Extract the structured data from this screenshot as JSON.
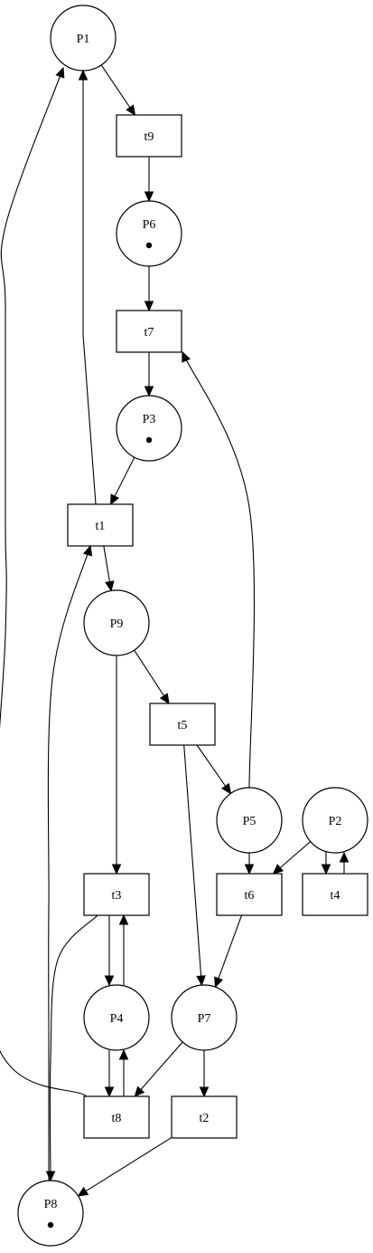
{
  "places": [
    {
      "id": "P1",
      "label": "P1",
      "tokens": 0
    },
    {
      "id": "P6",
      "label": "P6",
      "tokens": 1
    },
    {
      "id": "P3",
      "label": "P3",
      "tokens": 1
    },
    {
      "id": "P9",
      "label": "P9",
      "tokens": 0
    },
    {
      "id": "P5",
      "label": "P5",
      "tokens": 0
    },
    {
      "id": "P2",
      "label": "P2",
      "tokens": 0
    },
    {
      "id": "P4",
      "label": "P4",
      "tokens": 0
    },
    {
      "id": "P7",
      "label": "P7",
      "tokens": 0
    },
    {
      "id": "P8",
      "label": "P8",
      "tokens": 1
    }
  ],
  "transitions": [
    {
      "id": "t9",
      "label": "t9"
    },
    {
      "id": "t7",
      "label": "t7"
    },
    {
      "id": "t1",
      "label": "t1"
    },
    {
      "id": "t5",
      "label": "t5"
    },
    {
      "id": "t3",
      "label": "t3"
    },
    {
      "id": "t6",
      "label": "t6"
    },
    {
      "id": "t4",
      "label": "t4"
    },
    {
      "id": "t8",
      "label": "t8"
    },
    {
      "id": "t2",
      "label": "t2"
    }
  ],
  "arcs": [
    {
      "from": "P1",
      "to": "t9"
    },
    {
      "from": "t9",
      "to": "P6"
    },
    {
      "from": "P6",
      "to": "t7"
    },
    {
      "from": "t7",
      "to": "P3"
    },
    {
      "from": "P3",
      "to": "t1"
    },
    {
      "from": "t1",
      "to": "P1"
    },
    {
      "from": "t1",
      "to": "P9"
    },
    {
      "from": "P9",
      "to": "t5"
    },
    {
      "from": "P9",
      "to": "t3"
    },
    {
      "from": "t5",
      "to": "P5"
    },
    {
      "from": "t5",
      "to": "P7"
    },
    {
      "from": "P5",
      "to": "t7"
    },
    {
      "from": "P5",
      "to": "t6"
    },
    {
      "from": "P2",
      "to": "t6"
    },
    {
      "from": "P2",
      "to": "t4"
    },
    {
      "from": "t4",
      "to": "P2"
    },
    {
      "from": "t3",
      "to": "P4"
    },
    {
      "from": "P4",
      "to": "t3"
    },
    {
      "from": "t3",
      "to": "P8"
    },
    {
      "from": "t6",
      "to": "P7"
    },
    {
      "from": "P4",
      "to": "t8"
    },
    {
      "from": "t8",
      "to": "P4"
    },
    {
      "from": "P7",
      "to": "t8"
    },
    {
      "from": "P7",
      "to": "t2"
    },
    {
      "from": "t8",
      "to": "P1"
    },
    {
      "from": "t2",
      "to": "P8"
    },
    {
      "from": "P8",
      "to": "t1"
    }
  ]
}
